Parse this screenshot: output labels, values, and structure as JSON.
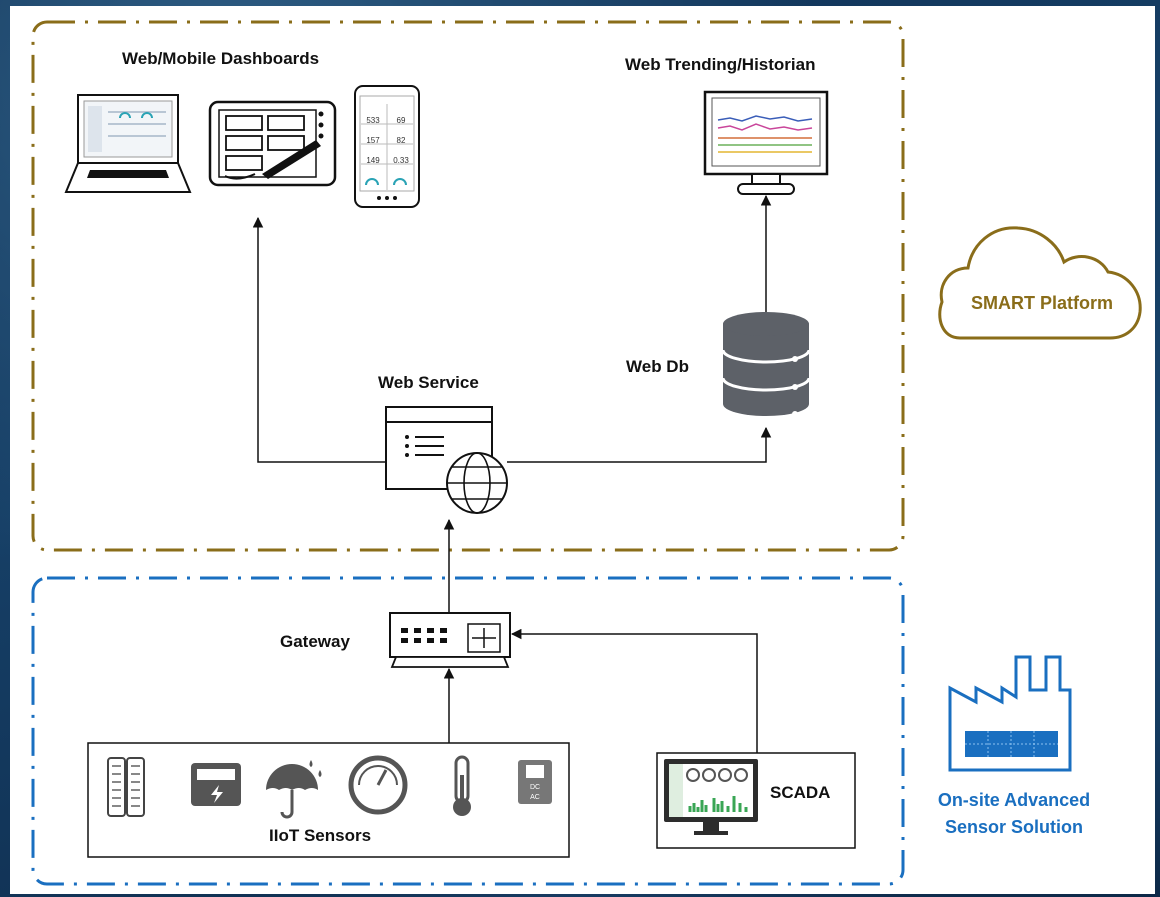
{
  "labels": {
    "dashboards": "Web/Mobile Dashboards",
    "trending": "Web Trending/Historian",
    "web_service": "Web Service",
    "web_db": "Web Db",
    "gateway": "Gateway",
    "iiot_sensors": "IIoT Sensors",
    "scada": "SCADA",
    "smart_platform": "SMART Platform",
    "onsite_line1": "On-site Advanced",
    "onsite_line2": "Sensor Solution"
  },
  "phone_values": [
    "533",
    "69",
    "157",
    "82",
    "149",
    "0.33"
  ],
  "colors": {
    "cloud_border": "#8a6d1a",
    "onsite_border": "#1a6fc0",
    "platform_text": "#8a6d1a",
    "onsite_text": "#1a6fc0"
  }
}
